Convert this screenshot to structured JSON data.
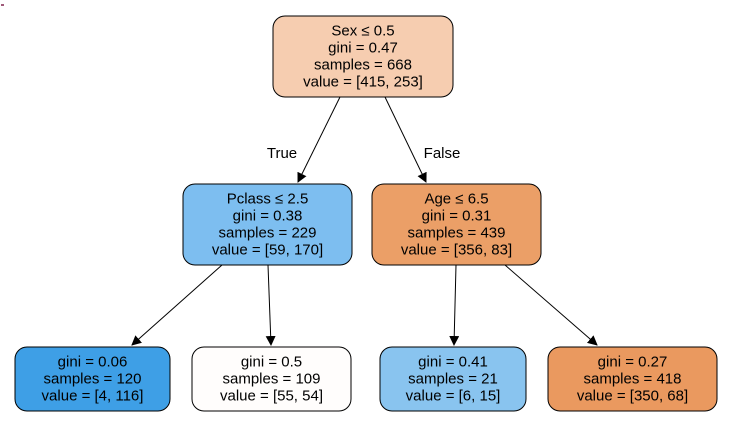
{
  "tree": {
    "nodes": [
      {
        "id": "root",
        "lines": [
          "Sex ≤ 0.5",
          "gini = 0.47",
          "samples = 668",
          "value = [415, 253]"
        ],
        "fill": "#f6cdb0"
      },
      {
        "id": "left",
        "lines": [
          "Pclass ≤ 2.5",
          "gini = 0.38",
          "samples = 229",
          "value = [59, 170]"
        ],
        "fill": "#7dbef0"
      },
      {
        "id": "right",
        "lines": [
          "Age ≤ 6.5",
          "gini = 0.31",
          "samples = 439",
          "value = [356, 83]"
        ],
        "fill": "#eb9f67"
      },
      {
        "id": "ll",
        "lines": [
          "gini = 0.06",
          "samples = 120",
          "value = [4, 116]"
        ],
        "fill": "#3e9fe6"
      },
      {
        "id": "lr",
        "lines": [
          "gini = 0.5",
          "samples = 109",
          "value = [55, 54]"
        ],
        "fill": "#fffdfc"
      },
      {
        "id": "rl",
        "lines": [
          "gini = 0.41",
          "samples = 21",
          "value = [6, 15]"
        ],
        "fill": "#89c4ef"
      },
      {
        "id": "rr",
        "lines": [
          "gini = 0.27",
          "samples = 418",
          "value = [350, 68]"
        ],
        "fill": "#ea995f"
      }
    ],
    "edges": [
      {
        "from": "root",
        "to": "left",
        "label": "True"
      },
      {
        "from": "root",
        "to": "right",
        "label": "False"
      },
      {
        "from": "left",
        "to": "ll",
        "label": ""
      },
      {
        "from": "left",
        "to": "lr",
        "label": ""
      },
      {
        "from": "right",
        "to": "rl",
        "label": ""
      },
      {
        "from": "right",
        "to": "rr",
        "label": ""
      }
    ]
  }
}
